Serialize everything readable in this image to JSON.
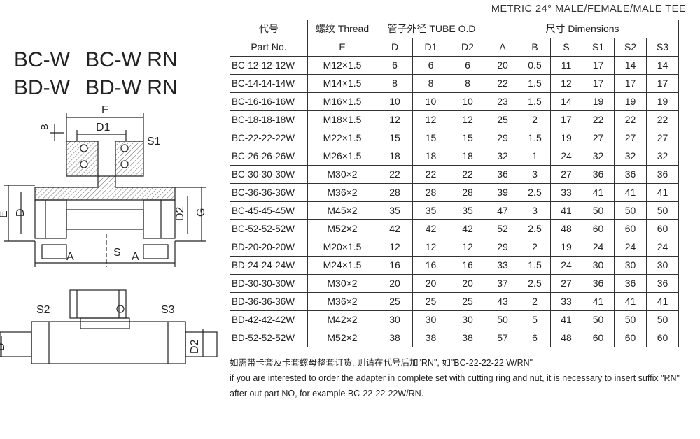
{
  "title": "METRIC 24° MALE/FEMALE/MALE TEE",
  "series_codes": [
    [
      "BC-W",
      "BC-W RN"
    ],
    [
      "BD-W",
      "BD-W RN"
    ]
  ],
  "drawing_labels": {
    "F": "F",
    "B": "B",
    "D1": "D1",
    "S1": "S1",
    "E": "E",
    "D": "D",
    "D2": "D2",
    "G": "G",
    "A_left": "A",
    "S": "S",
    "A_right": "A",
    "S2": "S2",
    "S3": "S3",
    "D_bottom": "D",
    "D2_bottom": "D2"
  },
  "table": {
    "header_row1": {
      "code": "代号",
      "thread": "螺纹 Thread",
      "tube": "管子外径 TUBE O.D",
      "dims": "尺寸 Dimensions"
    },
    "header_row2": [
      "Part No.",
      "E",
      "D",
      "D1",
      "D2",
      "A",
      "B",
      "S",
      "S1",
      "S2",
      "S3"
    ],
    "rows": [
      [
        "BC-12-12-12W",
        "M12×1.5",
        "6",
        "6",
        "6",
        "20",
        "0.5",
        "11",
        "17",
        "14",
        "14"
      ],
      [
        "BC-14-14-14W",
        "M14×1.5",
        "8",
        "8",
        "8",
        "22",
        "1.5",
        "12",
        "17",
        "17",
        "17"
      ],
      [
        "BC-16-16-16W",
        "M16×1.5",
        "10",
        "10",
        "10",
        "23",
        "1.5",
        "14",
        "19",
        "19",
        "19"
      ],
      [
        "BC-18-18-18W",
        "M18×1.5",
        "12",
        "12",
        "12",
        "25",
        "2",
        "17",
        "22",
        "22",
        "22"
      ],
      [
        "BC-22-22-22W",
        "M22×1.5",
        "15",
        "15",
        "15",
        "29",
        "1.5",
        "19",
        "27",
        "27",
        "27"
      ],
      [
        "BC-26-26-26W",
        "M26×1.5",
        "18",
        "18",
        "18",
        "32",
        "1",
        "24",
        "32",
        "32",
        "32"
      ],
      [
        "BC-30-30-30W",
        "M30×2",
        "22",
        "22",
        "22",
        "36",
        "3",
        "27",
        "36",
        "36",
        "36"
      ],
      [
        "BC-36-36-36W",
        "M36×2",
        "28",
        "28",
        "28",
        "39",
        "2.5",
        "33",
        "41",
        "41",
        "41"
      ],
      [
        "BC-45-45-45W",
        "M45×2",
        "35",
        "35",
        "35",
        "47",
        "3",
        "41",
        "50",
        "50",
        "50"
      ],
      [
        "BC-52-52-52W",
        "M52×2",
        "42",
        "42",
        "42",
        "52",
        "2.5",
        "48",
        "60",
        "60",
        "60"
      ],
      [
        "BD-20-20-20W",
        "M20×1.5",
        "12",
        "12",
        "12",
        "29",
        "2",
        "19",
        "24",
        "24",
        "24"
      ],
      [
        "BD-24-24-24W",
        "M24×1.5",
        "16",
        "16",
        "16",
        "33",
        "1.5",
        "24",
        "30",
        "30",
        "30"
      ],
      [
        "BD-30-30-30W",
        "M30×2",
        "20",
        "20",
        "20",
        "37",
        "2.5",
        "27",
        "36",
        "36",
        "36"
      ],
      [
        "BD-36-36-36W",
        "M36×2",
        "25",
        "25",
        "25",
        "43",
        "2",
        "33",
        "41",
        "41",
        "41"
      ],
      [
        "BD-42-42-42W",
        "M42×2",
        "30",
        "30",
        "30",
        "50",
        "5",
        "41",
        "50",
        "50",
        "50"
      ],
      [
        "BD-52-52-52W",
        "M52×2",
        "38",
        "38",
        "38",
        "57",
        "6",
        "48",
        "60",
        "60",
        "60"
      ]
    ]
  },
  "notes": {
    "cn": "如需带卡套及卡套螺母整套订货, 则请在代号后加\"RN\", 如\"BC-22-22-22 W/RN\"",
    "en1": "if you are interested to order the adapter in complete set with cutting ring and nut, it is necessary to insert suffix \"RN\"",
    "en2": "after out part NO, for example BC-22-22-22W/RN."
  }
}
